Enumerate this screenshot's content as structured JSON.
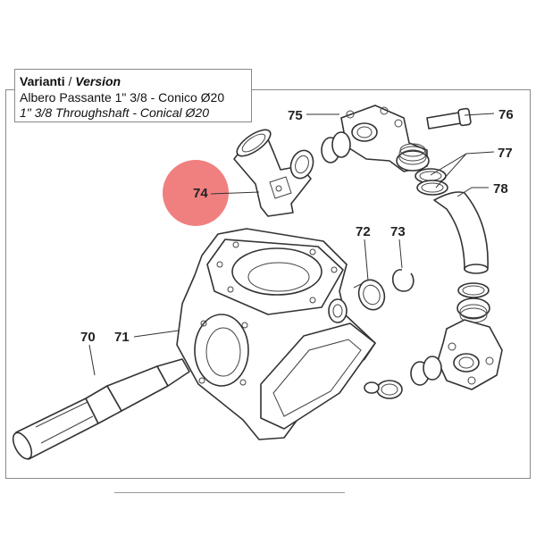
{
  "version_box": {
    "title_it": "Varianti",
    "separator": "/",
    "title_en": "Version",
    "line_it": "Albero Passante 1\" 3/8 - Conico Ø20",
    "line_en": "1\" 3/8 Throughshaft - Conical Ø20"
  },
  "highlight_color": "#f08080",
  "callouts": {
    "p70": "70",
    "p71": "71",
    "p72": "72",
    "p73": "73",
    "p74": "74",
    "p75": "75",
    "p76": "76",
    "p77": "77",
    "p78": "78"
  }
}
